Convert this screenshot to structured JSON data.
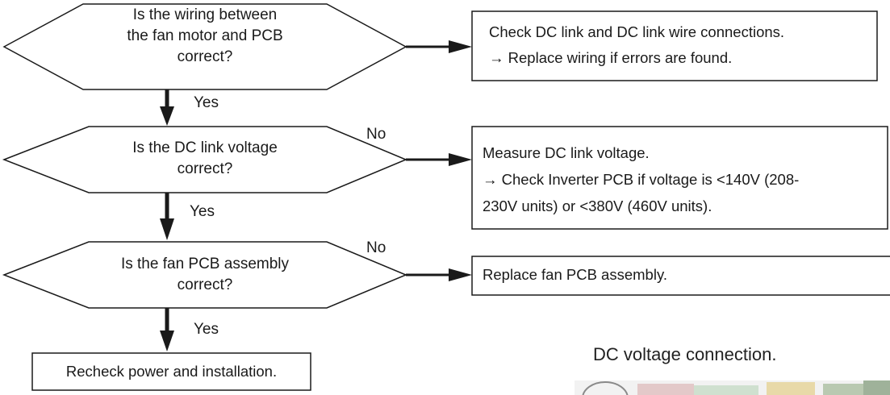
{
  "decisions": [
    {
      "question": "Is the wiring between the fan motor and PCB correct?",
      "lines": [
        "Is the wiring between",
        "the fan motor and PCB",
        "correct?"
      ]
    },
    {
      "question": "Is the DC link voltage correct?",
      "lines": [
        "Is the DC link voltage",
        "correct?"
      ]
    },
    {
      "question": "Is the fan PCB assembly correct?",
      "lines": [
        "Is the fan PCB assembly",
        "correct?"
      ]
    }
  ],
  "actions": [
    {
      "lines": [
        "Check DC link and DC link wire connections.",
        "→ Replace wiring if errors are found."
      ]
    },
    {
      "lines": [
        "Measure DC link voltage.",
        "→ Check Inverter PCB if voltage is <140V (208-",
        "230V units) or <380V (460V units)."
      ]
    },
    {
      "lines": [
        "Replace fan PCB assembly."
      ]
    }
  ],
  "labels": {
    "yes_1": "Yes",
    "no_2": "No",
    "yes_2": "Yes",
    "no_3": "No",
    "yes_3": "Yes"
  },
  "final_box": "Recheck power and installation.",
  "photo_caption": "DC voltage connection.",
  "colors": {
    "line": "#1a1a1a",
    "background": "#ffffff"
  }
}
